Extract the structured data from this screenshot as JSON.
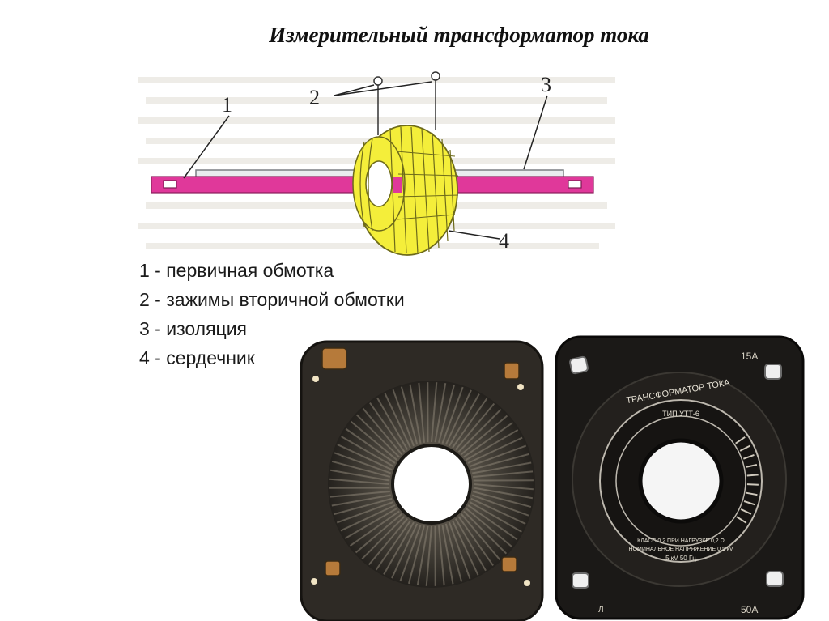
{
  "title": "Измерительный трансформатор тока",
  "diagram": {
    "callouts": [
      "1",
      "2",
      "3",
      "4"
    ]
  },
  "legend": [
    "1 - первичная обмотка",
    "2 - зажимы вторичной обмотки",
    "3 - изоляция",
    "4 - сердечник"
  ],
  "photo_right": {
    "corner_top": "15A",
    "corner_bottom": "50A",
    "corner_bottom_left": "Л",
    "plate_title": "ТРАНСФОРМАТОР ТОКА",
    "plate_type": "ТИП УТТ-6",
    "plate_class": "КЛАСС 0,2 ПРИ НАГРУЗКЕ 0,2 Ω",
    "plate_voltage": "НОМИНАЛЬНОЕ НАПРЯЖЕНИЕ 0,5 кV",
    "plate_freq": "5 кV 50 Гц"
  },
  "colors": {
    "primary_winding": "#e0389a",
    "core": "#f4ee3a",
    "insulation": "#c8ccd0"
  }
}
